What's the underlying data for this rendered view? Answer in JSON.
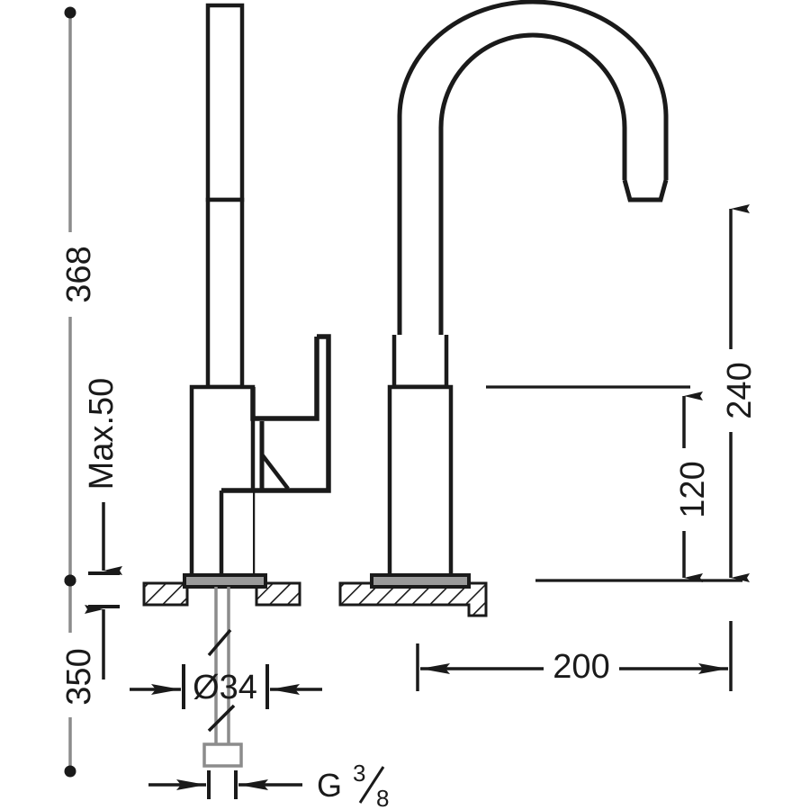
{
  "drawing": {
    "title": "Kitchen mixer tap technical dimension drawing",
    "units": "mm",
    "line_color": "#1a1a1a",
    "hatch_color": "#1a1a1a",
    "background": "#ffffff"
  },
  "dimensions": {
    "total_height": "368",
    "max_thickness": "Max.50",
    "supply_length": "350",
    "spout_height": "240",
    "aerator_height": "120",
    "spout_reach": "200",
    "hole_diameter": "Ø34",
    "thread_g": "G",
    "thread_numerator": "3",
    "thread_denominator": "8"
  },
  "labels": [
    {
      "id": "total-height",
      "value": "368",
      "orientation": "vertical"
    },
    {
      "id": "max-counter-thickness",
      "value": "Max.50",
      "orientation": "vertical"
    },
    {
      "id": "supply-hose-length",
      "value": "350",
      "orientation": "vertical"
    },
    {
      "id": "spout-outlet-height",
      "value": "240",
      "orientation": "vertical"
    },
    {
      "id": "spout-under-height",
      "value": "120",
      "orientation": "vertical"
    },
    {
      "id": "spout-projection",
      "value": "200",
      "orientation": "horizontal"
    },
    {
      "id": "mounting-hole-diameter",
      "value": "Ø34",
      "orientation": "horizontal"
    },
    {
      "id": "connection-thread",
      "value": "G3/8",
      "orientation": "horizontal"
    }
  ]
}
